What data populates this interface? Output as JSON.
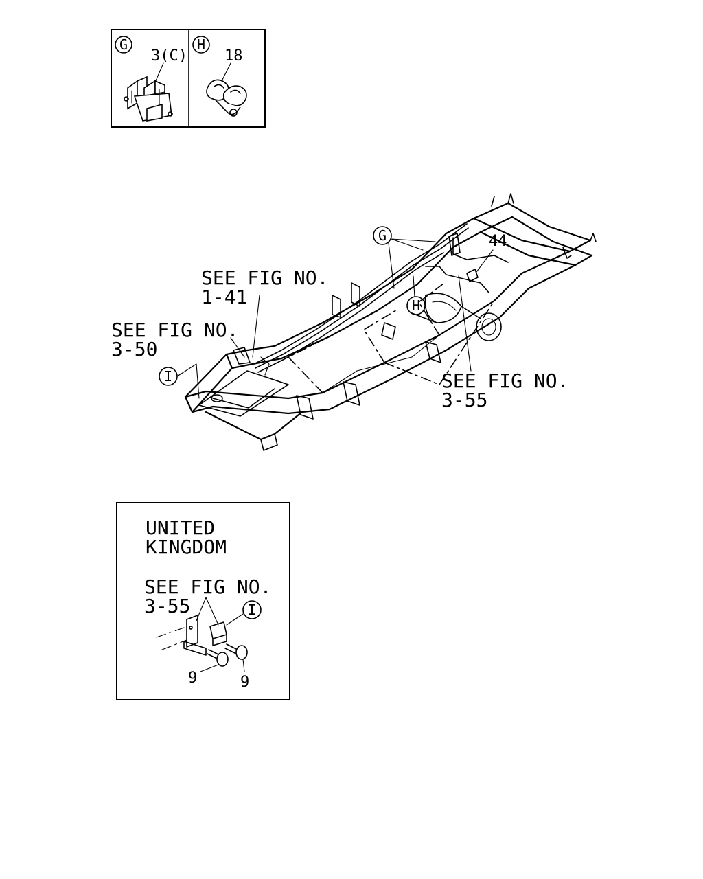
{
  "inset_g": {
    "marker": "G",
    "part_label": "3(C)"
  },
  "inset_h": {
    "marker": "H",
    "part_label": "18"
  },
  "main": {
    "marker_g": "G",
    "marker_h": "H",
    "marker_i": "I",
    "part_44": "44",
    "ref_1_41_line1": "SEE FIG NO.",
    "ref_1_41_line2": "1-41",
    "ref_3_50_line1": "SEE FIG NO.",
    "ref_3_50_line2": "3-50",
    "ref_3_55_line1": "SEE FIG NO.",
    "ref_3_55_line2": "3-55"
  },
  "uk_inset": {
    "region_line1": "UNITED",
    "region_line2": "KINGDOM",
    "ref_line1": "SEE FIG NO.",
    "ref_line2": "3-55",
    "marker_i": "I",
    "bolt_label_left": "9",
    "bolt_label_right": "9"
  }
}
